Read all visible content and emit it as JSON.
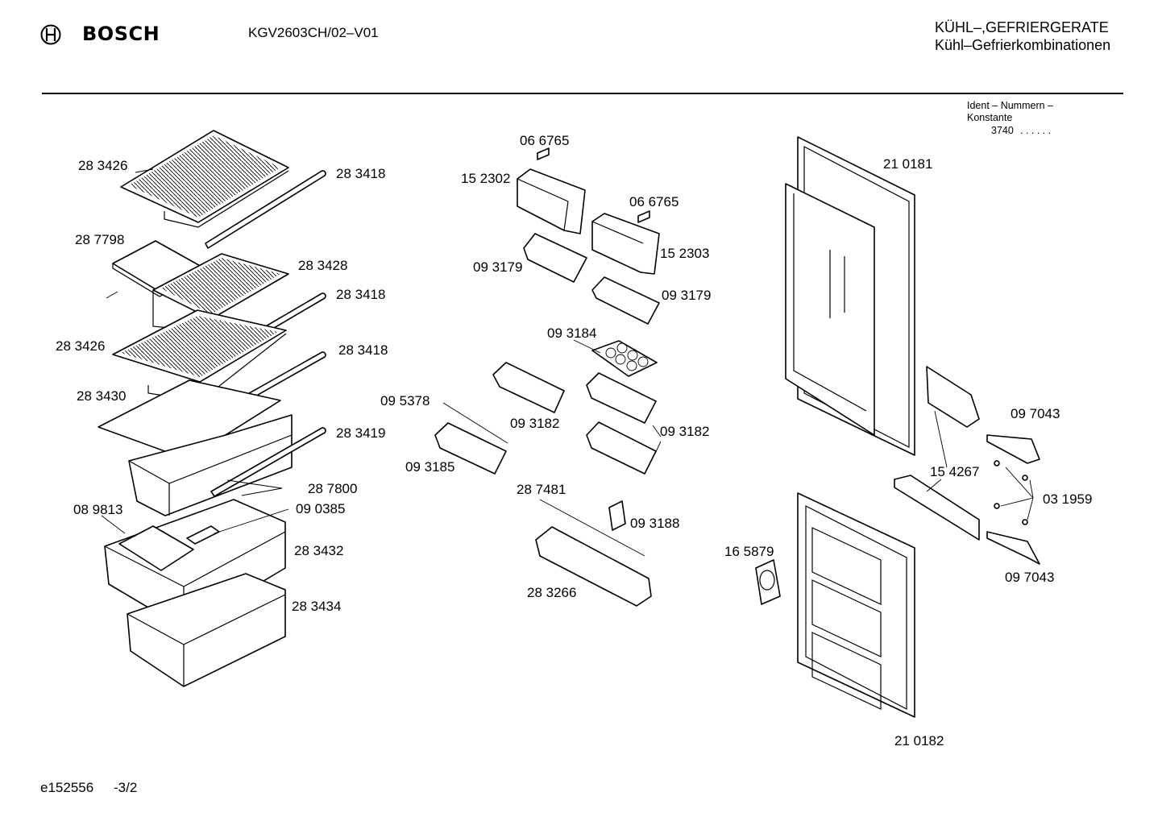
{
  "header": {
    "brand": "BOSCH",
    "model": "KGV2603CH/02–V01",
    "category_line1": "KÜHL–,GEFRIERGERATE",
    "category_line2": "Kühl–Gefrierkombinationen"
  },
  "ident": {
    "line1": "Ident – Nummern –",
    "line2": "Konstante",
    "value": "3740",
    "dots": ". .   . . . ."
  },
  "footer": {
    "doc_id": "e152556",
    "page": "-3/2"
  },
  "parts": [
    "28 3426",
    "28 3418",
    "28 7798",
    "28 3428",
    "28 3418",
    "28 3426",
    "28 3418",
    "28 3430",
    "28 3419",
    "28 7800",
    "08 9813",
    "09 0385",
    "28 3432",
    "28 3434",
    "06 6765",
    "15 2302",
    "06 6765",
    "15 2303",
    "09 3179",
    "09 3179",
    "09 3184",
    "09 5378",
    "09 3182",
    "09 3182",
    "09 3185",
    "28 7481",
    "09 3188",
    "28 3266",
    "21 0181",
    "09 7043",
    "15 4267",
    "03 1959",
    "16 5879",
    "09 7043",
    "21 0182"
  ],
  "colors": {
    "line": "#000000",
    "background": "#ffffff"
  },
  "icons": [
    "bosch-logo-icon"
  ]
}
